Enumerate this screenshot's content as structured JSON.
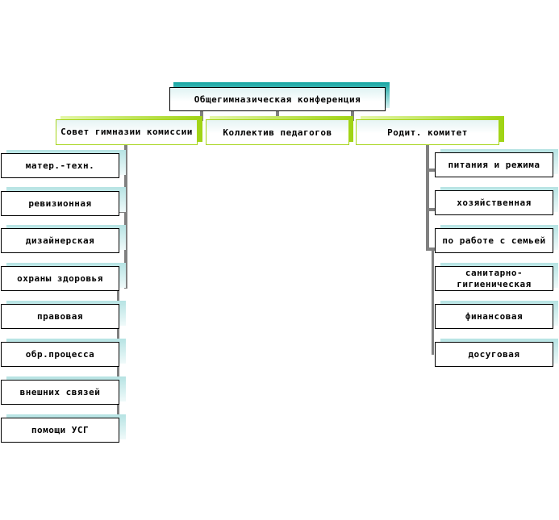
{
  "diagram": {
    "root": {
      "label": "Общегимназическая  конференция"
    },
    "level2": [
      {
        "label": "Совет гимназии комиссии"
      },
      {
        "label": "Коллектив педагогов"
      },
      {
        "label": "Родит. комитет"
      }
    ],
    "left_commissions": [
      "матер.-техн.",
      "ревизионная",
      "дизайнерская",
      "охраны здоровья",
      "правовая",
      "обр.процесса",
      "внешних связей",
      "помощи УСГ"
    ],
    "right_commissions": [
      "питания и режима",
      "хозяйственная",
      "по работе с семьей",
      "санитарно-гигиеническая",
      "финансовая",
      "досуговая"
    ],
    "colors": {
      "root_shadow": "#14a6a3",
      "level2_shadow": "#9fd313",
      "leaf_shadow": "#b6e3e3",
      "connector": "#808080"
    }
  }
}
